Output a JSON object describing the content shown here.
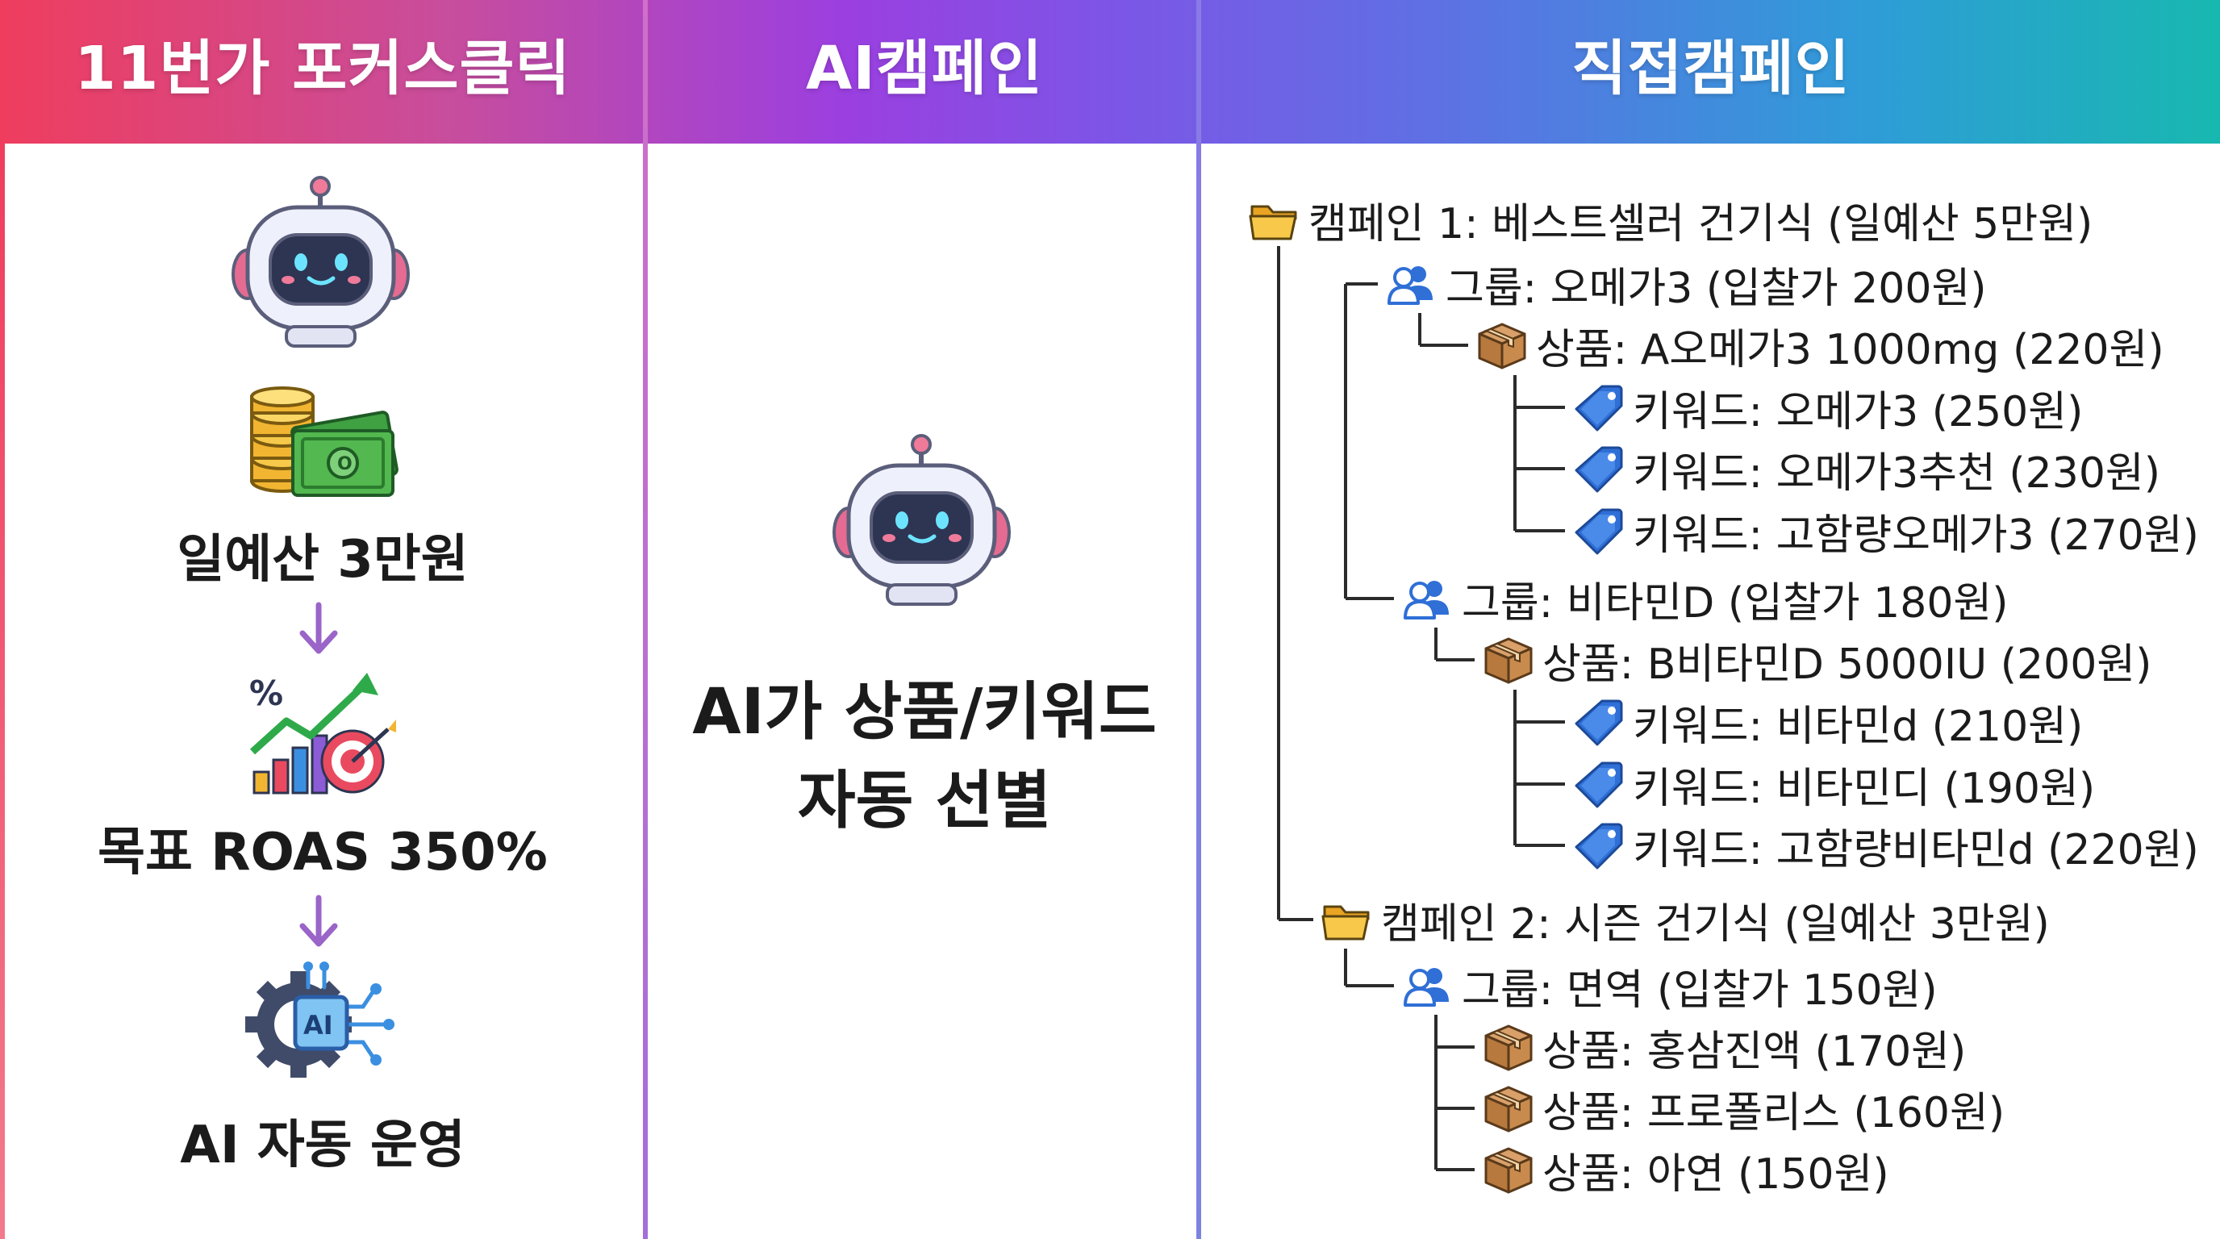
{
  "columns": {
    "focus_click": {
      "title": "11번가 포커스클릭",
      "steps": [
        {
          "icon": "coins-money-icon",
          "label": "일예산 3만원"
        },
        {
          "icon": "growth-target-chart-icon",
          "label": "목표 ROAS 350%"
        },
        {
          "icon": "ai-gear-chip-icon",
          "label": "AI 자동 운영"
        }
      ]
    },
    "ai_campaign": {
      "title": "AI캠페인",
      "line1": "AI가 상품/키워드",
      "line2": "자동 선별"
    },
    "direct_campaign": {
      "title": "직접캠페인",
      "tree": [
        {
          "type": "campaign",
          "label": "캠페인 1: 베스트셀러 건기식 (일예산 5만원)"
        },
        {
          "type": "group",
          "label": "그룹: 오메가3 (입찰가 200원)"
        },
        {
          "type": "product",
          "label": "상품: A오메가3 1000mg (220원)"
        },
        {
          "type": "keyword",
          "label": "키워드: 오메가3 (250원)"
        },
        {
          "type": "keyword",
          "label": "키워드: 오메가3추천 (230원)"
        },
        {
          "type": "keyword",
          "label": "키워드: 고함량오메가3 (270원)"
        },
        {
          "type": "group",
          "label": "그룹: 비타민D (입찰가 180원)"
        },
        {
          "type": "product",
          "label": "상품: B비타민D 5000IU (200원)"
        },
        {
          "type": "keyword",
          "label": "키워드: 비타민d (210원)"
        },
        {
          "type": "keyword",
          "label": "키워드: 비타민디 (190원)"
        },
        {
          "type": "keyword",
          "label": "키워드: 고함량비타민d (220원)"
        },
        {
          "type": "campaign",
          "label": "캠페인 2: 시즌 건기식 (일예산 3만원)"
        },
        {
          "type": "group",
          "label": "그룹: 면역 (입찰가 150원)"
        },
        {
          "type": "product",
          "label": "상품: 홍삼진액 (170원)"
        },
        {
          "type": "product",
          "label": "상품: 프로폴리스 (160원)"
        },
        {
          "type": "product",
          "label": "상품: 아연 (150원)"
        }
      ]
    }
  },
  "icons": {
    "robot": "robot-icon",
    "folder": "folder-icon",
    "group": "users-icon",
    "product": "box-icon",
    "keyword": "tag-icon"
  },
  "colors": {
    "gradient_left": "#ef3d5e",
    "gradient_mid": "#9b3fe0",
    "gradient_right": "#18b8b0",
    "arrow": "#9a64c8",
    "tag_blue": "#2f6fd6",
    "folder_yellow": "#f4b93a",
    "box_brown": "#b7793d"
  }
}
